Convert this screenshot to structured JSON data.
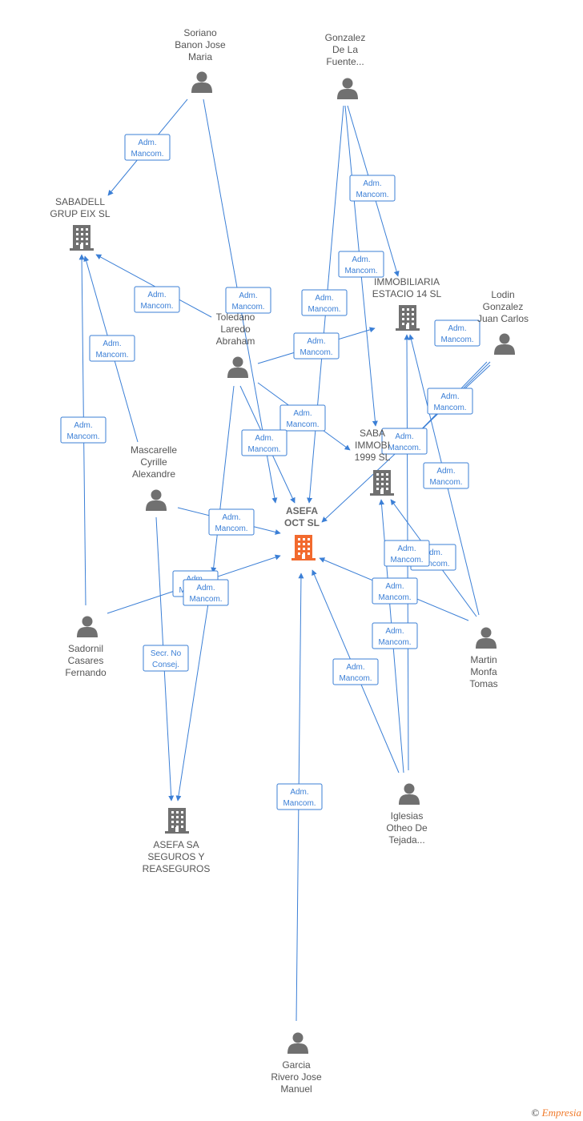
{
  "nodes": [
    {
      "id": "asefa-oct",
      "type": "company",
      "focus": true,
      "color": "#f26a2e",
      "label": [
        "ASEFA",
        "OCT SL"
      ]
    },
    {
      "id": "sabadell-grup",
      "type": "company",
      "label": [
        "SABADELL",
        "GRUP EIX SL"
      ]
    },
    {
      "id": "immobiliaria-estacio",
      "type": "company",
      "label": [
        "IMMOBILIARIA",
        "ESTACIO 14 SL"
      ]
    },
    {
      "id": "sabadell-immob",
      "type": "company",
      "label": [
        "SABA",
        "IMMOBI",
        "1999 SL"
      ]
    },
    {
      "id": "asefa-sa",
      "type": "company",
      "label": [
        "ASEFA SA",
        "SEGUROS Y",
        "REASEGUROS"
      ]
    },
    {
      "id": "soriano",
      "type": "person",
      "label": [
        "Soriano",
        "Banon Jose",
        "Maria"
      ]
    },
    {
      "id": "gonzalez",
      "type": "person",
      "label": [
        "Gonzalez",
        "De La",
        "Fuente..."
      ]
    },
    {
      "id": "lodin",
      "type": "person",
      "label": [
        "Lodin",
        "Gonzalez",
        "Juan Carlos"
      ]
    },
    {
      "id": "toledano",
      "type": "person",
      "label": [
        "Toledano",
        "Laredo",
        "Abraham"
      ]
    },
    {
      "id": "mascarelle",
      "type": "person",
      "label": [
        "Mascarelle",
        "Cyrille",
        "Alexandre"
      ]
    },
    {
      "id": "sadornil",
      "type": "person",
      "label": [
        "Sadornil",
        "Casares",
        "Fernando"
      ]
    },
    {
      "id": "martin",
      "type": "person",
      "label": [
        "Martin",
        "Monfa",
        "Tomas"
      ]
    },
    {
      "id": "iglesias",
      "type": "person",
      "label": [
        "Iglesias",
        "Otheo De",
        "Tejada..."
      ]
    },
    {
      "id": "garcia",
      "type": "person",
      "label": [
        "Garcia",
        "Rivero Jose",
        "Manuel"
      ]
    }
  ],
  "edges": [
    {
      "id": "e1",
      "label": [
        "Adm.",
        "Mancom."
      ]
    },
    {
      "id": "e2",
      "label": [
        "Adm.",
        "Mancom."
      ]
    },
    {
      "id": "e3",
      "label": [
        "Adm.",
        "Mancom."
      ]
    },
    {
      "id": "e4",
      "label": [
        "Adm.",
        "Mancom."
      ]
    },
    {
      "id": "e5",
      "label": [
        "Adm.",
        "Mancom."
      ]
    },
    {
      "id": "e6",
      "label": [
        "Adm.",
        "Mancom."
      ]
    },
    {
      "id": "e7",
      "label": [
        "Adm.",
        "Mancom."
      ]
    },
    {
      "id": "e8",
      "label": [
        "Adm.",
        "Mancom."
      ]
    },
    {
      "id": "e9",
      "label": [
        "Adm.",
        "Mancom."
      ]
    },
    {
      "id": "e10",
      "label": [
        "Adm.",
        "Mancom."
      ]
    },
    {
      "id": "e11",
      "label": [
        "Adm.",
        "Mancom."
      ]
    },
    {
      "id": "e12",
      "label": [
        "Adm.",
        "Mancom."
      ]
    },
    {
      "id": "e13",
      "label": [
        "Adm.",
        "Mancom."
      ]
    },
    {
      "id": "e14",
      "label": [
        "Adm.",
        "Mancom."
      ]
    },
    {
      "id": "e15",
      "label": [
        "Adm.",
        "Mancom."
      ]
    },
    {
      "id": "e16",
      "label": [
        "Adm.",
        "Mancom."
      ]
    },
    {
      "id": "e17",
      "label": [
        "Adm.",
        "Mancom."
      ]
    },
    {
      "id": "e18",
      "label": [
        "Adm.",
        "Mancom."
      ]
    },
    {
      "id": "e19",
      "label": [
        "Adm.",
        "Mancom."
      ]
    },
    {
      "id": "e20",
      "label": [
        "Adm.",
        "Mancom."
      ]
    },
    {
      "id": "e21",
      "label": [
        "Adm.",
        "Mancom."
      ]
    },
    {
      "id": "e22",
      "label": [
        "Adm.",
        "Mancom."
      ]
    },
    {
      "id": "e23",
      "label": [
        "Adm.",
        "Mancom."
      ]
    },
    {
      "id": "e24",
      "label": [
        "Secr.  No",
        "Consej."
      ]
    },
    {
      "id": "e25",
      "label": [
        "Adm.",
        "Mancom."
      ]
    },
    {
      "id": "e26",
      "label": [
        "Adm.",
        "Mancom."
      ]
    }
  ],
  "footer": {
    "copyright": "©",
    "brand": "Empresia"
  }
}
